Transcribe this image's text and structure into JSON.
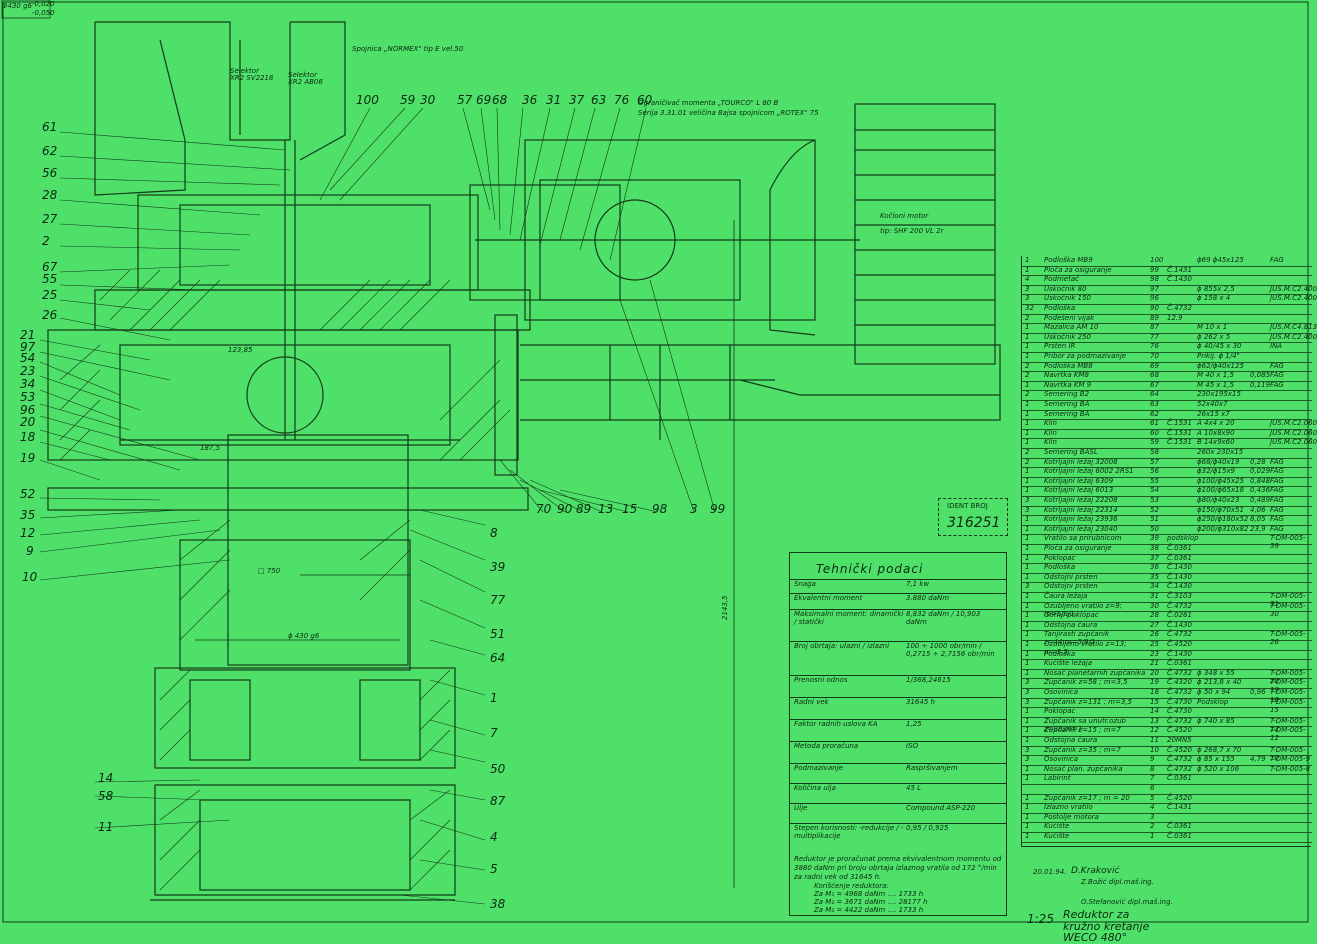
{
  "tolerance": {
    "spec": "Φ430 g6",
    "upper": "-0,020",
    "lower": "-0,050"
  },
  "notes": {
    "selector1": "Selektor XR2 SV2218",
    "selector2": "Selektor XR2 AB06",
    "coupling": "Spojnica „NORMEX\" tip E vel.50",
    "torque_limiter_1": "Ograničivač momenta „TOURCO\" L 80 B",
    "torque_limiter_2": "Serija 3.31.01 veličina 8ajsa spojnicom „ROTEX\" 75",
    "motor_1": "Kočioni motor",
    "motor_2": "tip: SHF 200 VL 2r",
    "dim_750": "□ 750",
    "dim_430": "ϕ 430 g6",
    "dim_2143": "2143,5",
    "dim_123": "123,85",
    "dim_187": "187,5"
  },
  "callouts_left": [
    "61",
    "62",
    "56",
    "28",
    "27",
    "2",
    "67",
    "55",
    "25",
    "26",
    "21",
    "97",
    "54",
    "23",
    "34",
    "53",
    "96",
    "20",
    "18",
    "19",
    "52",
    "35",
    "12",
    "9",
    "10",
    "14",
    "58",
    "11"
  ],
  "callouts_top": [
    "100",
    "59",
    "30",
    "57",
    "69",
    "68",
    "36",
    "31",
    "37",
    "63",
    "76",
    "60"
  ],
  "callouts_mid": [
    "70",
    "90",
    "89",
    "13",
    "15",
    "98",
    "3",
    "99"
  ],
  "callouts_right": [
    "8",
    "39",
    "77",
    "51",
    "64",
    "1",
    "7",
    "50",
    "87",
    "4",
    "5",
    "38"
  ],
  "ident": {
    "label": "IDENT BROJ",
    "number": "316251"
  },
  "tech": {
    "title": "Tehnički podaci",
    "rows": [
      {
        "label": "Snaga",
        "value": "7,1 kw"
      },
      {
        "label": "Ekvalentni moment",
        "value": "3.880 daNm"
      },
      {
        "label": "Maksimalni moment: dinamički / statički",
        "value": "8,832 daNm / 10,903 daNm"
      },
      {
        "label": "Broj obrtaja: ulazni / izlazni",
        "value": "100 ÷ 1000 obr/min / 0,2715 ÷ 2,7156 obr/min"
      },
      {
        "label": "Prenosni odnos",
        "value": "1/368,24615"
      },
      {
        "label": "Radni vek",
        "value": "31645 h"
      },
      {
        "label": "Faktor radnih uslova KA",
        "value": "1,25"
      },
      {
        "label": "Metoda proračuna",
        "value": "ISO"
      },
      {
        "label": "Podmazivanje",
        "value": "Raspršivanjem"
      },
      {
        "label": "Količina ulja",
        "value": "45 L"
      },
      {
        "label": "Ulje",
        "value": "Compound ASP-220"
      },
      {
        "label": "Stepen korisnosti: -redukcije / -multiplikacije",
        "value": "0,95 / 0,925"
      }
    ],
    "note": "Reduktor je proračunat prema ekvivalentnom momentu od 3880 daNm pri broju obrtaja izlaznog vratila od 172 °/min za radni vek od 31645 h.",
    "usage_title": "Korišćenje reduktora:",
    "usage": [
      "Za M₁ = 4968 daNm .... 1733 h",
      "Za M₂ = 3671 daNm .... 28177 h",
      "Za M₃ = 4422 daNm .... 1733 h"
    ]
  },
  "bom": [
    [
      "1",
      "Podloška MB9",
      "100",
      "",
      "ϕ69 ϕ45x125",
      "",
      "FAG"
    ],
    [
      "1",
      "Ploča za osiguranje",
      "99",
      "Č.1431",
      "",
      "",
      ""
    ],
    [
      "4",
      "Podmetač",
      "98",
      "Č.1430",
      "",
      "",
      ""
    ],
    [
      "3",
      "Uskočnik 80",
      "97",
      "",
      "ϕ 855x 2,5",
      "",
      "JUS.M.C2.400"
    ],
    [
      "3",
      "Uskočnik 150",
      "96",
      "",
      "ϕ 158 x 4",
      "",
      "JUS.M.C2.400"
    ],
    [
      "32",
      "Podloška",
      "90",
      "Č.4732",
      "",
      "",
      ""
    ],
    [
      "2",
      "Podešeni vijak",
      "89",
      "12.9",
      "",
      "",
      ""
    ],
    [
      "1",
      "Mazalica AM 10",
      "87",
      "",
      "M 10 x 1",
      "",
      "JUS.M.C4.813"
    ],
    [
      "1",
      "Uskočnik 250",
      "77",
      "",
      "ϕ 262 x 5",
      "",
      "JUS.M.C2.400"
    ],
    [
      "1",
      "Prsten IR",
      "76",
      "",
      "ϕ 40/45 x 30",
      "",
      "INA"
    ],
    [
      "1",
      "Pribor za podmazivanje",
      "70",
      "",
      "Prikij. ϕ 1/4\"",
      "",
      ""
    ],
    [
      "2",
      "Podloška MB8",
      "69",
      "",
      "ϕ62/ϕ40x125",
      "",
      "FAG"
    ],
    [
      "2",
      "Navrtka KM8",
      "68",
      "",
      "M 40 x 1,5",
      "0,085",
      "FAG"
    ],
    [
      "1",
      "Navrtka KM 9",
      "67",
      "",
      "M 45 x 1,5",
      "0,119",
      "FAG"
    ],
    [
      "2",
      "Semering B2",
      "64",
      "",
      "230x195x15",
      "",
      ""
    ],
    [
      "1",
      "Semering BA",
      "63",
      "",
      "52x40x7",
      "",
      ""
    ],
    [
      "1",
      "Semering BA",
      "62",
      "",
      "26x15 x7",
      "",
      ""
    ],
    [
      "1",
      "Klin",
      "61",
      "Č.1531",
      "A 4x4 x 20",
      "",
      "JUS.M.C2.060"
    ],
    [
      "1",
      "Klin",
      "60",
      "Č.1531",
      "A 10x8x90",
      "",
      "JUS.M.C2.060"
    ],
    [
      "1",
      "Klin",
      "59",
      "Č.1531",
      "B 14x9x60",
      "",
      "JUS.M.C2.060"
    ],
    [
      "2",
      "Semering BASL",
      "58",
      "",
      "260x 230x15",
      "",
      ""
    ],
    [
      "2",
      "Kotrljajni ležaj 32008",
      "57",
      "",
      "ϕ68/ϕ40x19",
      "0,28",
      "FAG"
    ],
    [
      "1",
      "Kotrljajni ležaj 6002 2RS1",
      "56",
      "",
      "ϕ32/ϕ15x9",
      "0,029",
      "FAG"
    ],
    [
      "1",
      "Kotrljajni ležaj 6309",
      "55",
      "",
      "ϕ100/ϕ45x25",
      "0,848",
      "FAG"
    ],
    [
      "1",
      "Kotrljajni ležaj 6013",
      "54",
      "",
      "ϕ100/ϕ65x18",
      "0,436",
      "FAG"
    ],
    [
      "3",
      "Kotrljajni ležaj 22208",
      "53",
      "",
      "ϕ80/ϕ40x23",
      "0,489",
      "FAG"
    ],
    [
      "3",
      "Kotrljajni ležaj 22314",
      "52",
      "",
      "ϕ150/ϕ70x51",
      "4,06",
      "FAG"
    ],
    [
      "1",
      "Kotrljajni ležaj 23936",
      "51",
      "",
      "ϕ250/ϕ180x52",
      "8,05",
      "FAG"
    ],
    [
      "1",
      "Kotrljajni ležaj 23040",
      "50",
      "",
      "ϕ200/ϕ310x82",
      "23,9",
      "FAG"
    ],
    [
      "1",
      "Vratilo sa prirubnicom",
      "39",
      "podsklop",
      "",
      "",
      "T-DM-005-39"
    ],
    [
      "1",
      "Ploča za osiguranje",
      "38",
      "Č.0361",
      "",
      "",
      ""
    ],
    [
      "1",
      "Poklopac",
      "37",
      "Č.0361",
      "",
      "",
      ""
    ],
    [
      "1",
      "Podloška",
      "36",
      "Č.1430",
      "",
      "",
      ""
    ],
    [
      "1",
      "Odstojni prsten",
      "35",
      "Č.1430",
      "",
      "",
      ""
    ],
    [
      "3",
      "Odstojni prsten",
      "34",
      "Č.1430",
      "",
      "",
      ""
    ],
    [
      "1",
      "Čaura ležaja",
      "31",
      "Č.3103",
      "",
      "",
      "T-DM-005-31"
    ],
    [
      "1",
      "Ozubljeno vratilo z=9; m=5/8/1",
      "30",
      "Č.4732",
      "",
      "",
      "T-DM-005-30"
    ],
    [
      "1",
      "Gornji poklopac",
      "28",
      "Č.0261",
      "",
      "",
      ""
    ],
    [
      "1",
      "Odstojna čaura",
      "27",
      "Č.1430",
      "",
      "",
      ""
    ],
    [
      "1",
      "Tanjirasti zupčanik z=44;m=5/8/1",
      "26",
      "Č.4732",
      "",
      "",
      "T-DM-005-26"
    ],
    [
      "1",
      "Ozubljeno vratilo z=13; m=3,5",
      "25",
      "Č.4520",
      "",
      "",
      ""
    ],
    [
      "1",
      "Podloška",
      "23",
      "Č.1430",
      "",
      "",
      ""
    ],
    [
      "1",
      "Kućište ležaja",
      "21",
      "Č.0361",
      "",
      "",
      ""
    ],
    [
      "1",
      "Nosač planetarnih zupčanika",
      "20",
      "Č.4732",
      "ϕ 348 x 55",
      "",
      "T-DM-005-20"
    ],
    [
      "3",
      "Zupčanik z=58 ; m=3,5",
      "19",
      "Č.4320",
      "ϕ 213,8 x 40",
      "",
      "T-DM-005-19"
    ],
    [
      "3",
      "Osovinica",
      "18",
      "Č.4732",
      "ϕ 50 x 94",
      "0,96",
      "T-DM-005-18"
    ],
    [
      "3",
      "Zupčanik z=131 ; m=3,5",
      "15",
      "Č.4730",
      "Podsklop",
      "",
      "T-DM-005-15"
    ],
    [
      "1",
      "Poklopac",
      "14",
      "Č.4730",
      "",
      "",
      ""
    ],
    [
      "1",
      "Zupčanik sa unutr.ozub z=88;m=7",
      "13",
      "Č.4732",
      "ϕ 740 x 85",
      "",
      "T-DM-005-13"
    ],
    [
      "1",
      "Zupčanik z=15 ; m=7",
      "12",
      "Č.4520",
      "",
      "",
      "T-DM-005-12"
    ],
    [
      "1",
      "Odstojna čaura",
      "11",
      "20MN5",
      "",
      "",
      ""
    ],
    [
      "3",
      "Zupčanik z=35 ; m=7",
      "10",
      "Č.4520",
      "ϕ 268,7 x 70",
      "",
      "T-DM-005-10"
    ],
    [
      "3",
      "Osovinica",
      "9",
      "Č.4732",
      "ϕ 85 x 155",
      "4,79",
      "T-DM-005-9"
    ],
    [
      "1",
      "Nosač plan. zupčanika",
      "8",
      "Č.4732",
      "ϕ 520 x 106",
      "",
      "T-DM-005-8"
    ],
    [
      "1",
      "Labirint",
      "7",
      "Č.0361",
      "",
      "",
      ""
    ],
    [
      "",
      "",
      "6",
      "",
      "",
      "",
      ""
    ],
    [
      "1",
      "Zupčanik z=17 ; m = 20",
      "5",
      "Č.4520",
      "",
      "",
      ""
    ],
    [
      "1",
      "Izlazno vratilo",
      "4",
      "Č.1431",
      "",
      "",
      ""
    ],
    [
      "1",
      "Postolje motora",
      "3",
      "",
      "",
      "",
      ""
    ],
    [
      "1",
      "Kućište",
      "2",
      "Č.0361",
      "",
      "",
      ""
    ],
    [
      "1",
      "Kućište",
      "1",
      "Č.0361",
      "",
      "",
      ""
    ]
  ],
  "title_block": {
    "date": "20.01.94.",
    "designer": "D.Kraković",
    "checker": "Z.Božić dipl.maš.ing.",
    "approver": "O.Stefanović dipl.maš.ing.",
    "scale": "1:25",
    "title": "Reduktor za kružno kretanje WECO 480°"
  },
  "colors": {
    "background": "#4fe06a",
    "ink": "#123a18"
  }
}
